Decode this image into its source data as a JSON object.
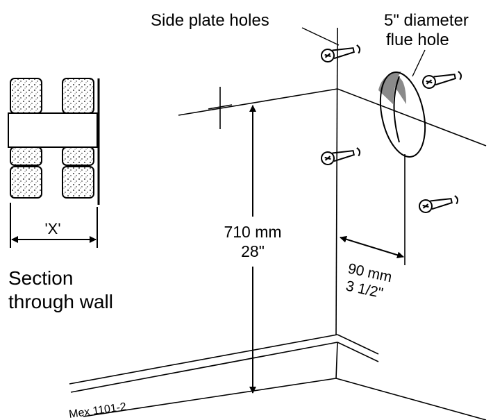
{
  "labels": {
    "side_plate_holes": "Side plate holes",
    "flue_hole_line1": "5\" diameter",
    "flue_hole_line2": "flue hole",
    "x_label": "'X'",
    "section_line1": "Section",
    "section_line2": "through wall",
    "height_mm": "710 mm",
    "height_in": "28\"",
    "offset_mm": "90 mm",
    "offset_in": "3 1/2\"",
    "figure_ref": "Mex 1101-2"
  },
  "colors": {
    "ink": "#000000",
    "shade": "#8a8a8a",
    "background": "#ffffff"
  }
}
